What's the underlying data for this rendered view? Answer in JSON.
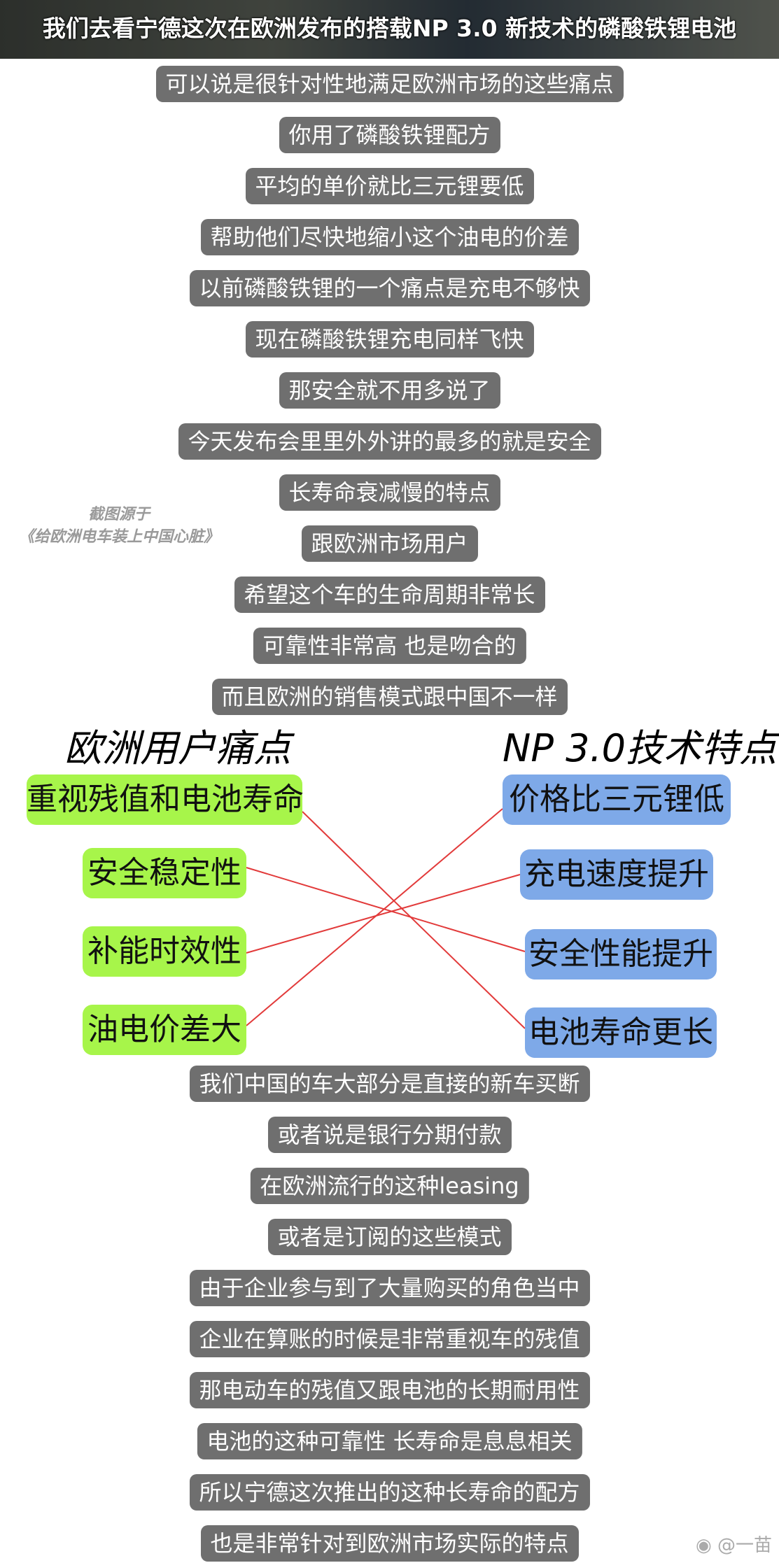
{
  "header": {
    "title": "我们去看宁德这次在欧洲发布的搭载NP 3.0 新技术的磷酸铁锂电池"
  },
  "subtitles_top": [
    "可以说是很针对性地满足欧洲市场的这些痛点",
    "你用了磷酸铁锂配方",
    "平均的单价就比三元锂要低",
    "帮助他们尽快地缩小这个油电的价差",
    "以前磷酸铁锂的一个痛点是充电不够快",
    "现在磷酸铁锂充电同样飞快",
    "那安全就不用多说了",
    "今天发布会里里外外讲的最多的就是安全",
    "长寿命衰减慢的特点",
    "跟欧洲市场用户",
    "希望这个车的生命周期非常长",
    "可靠性非常高 也是吻合的",
    "而且欧洲的销售模式跟中国不一样"
  ],
  "watermark": {
    "line1": "截图源于",
    "line2": "《给欧洲电车装上中国心脏》"
  },
  "diagram": {
    "left_heading": "欧洲用户痛点",
    "right_heading": "NP 3.0技术特点",
    "left_items": [
      "重视残值和电池寿命",
      "安全稳定性",
      "补能时效性",
      "油电价差大"
    ],
    "right_items": [
      "价格比三元锂低",
      "充电速度提升",
      "安全性能提升",
      "电池寿命更长"
    ],
    "left_color": "#a7f54a",
    "right_color": "#7ea9e8",
    "line_color": "#e23a3a"
  },
  "subtitles_bottom": [
    "我们中国的车大部分是直接的新车买断",
    "或者说是银行分期付款",
    "在欧洲流行的这种leasing",
    "或者是订阅的这些模式",
    "由于企业参与到了大量购买的角色当中",
    "企业在算账的时候是非常重视车的残值",
    "那电动车的残值又跟电池的长期耐用性",
    "电池的这种可靠性 长寿命是息息相关",
    "所以宁德这次推出的这种长寿命的配方",
    "也是非常针对到欧洲市场实际的特点"
  ],
  "credit": {
    "icon": "weibo-icon",
    "text": "@一苗"
  }
}
